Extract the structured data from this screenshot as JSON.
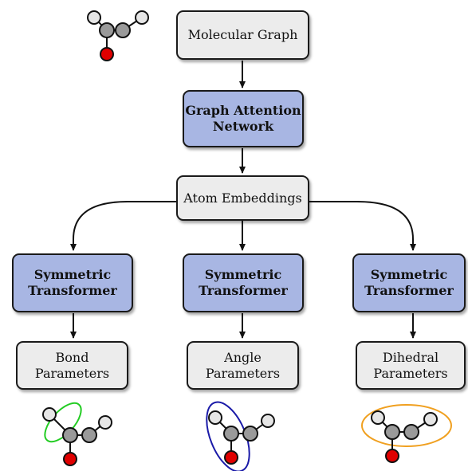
{
  "nodes": {
    "molecular_graph": "Molecular Graph",
    "graph_attention_network": "Graph Attention\nNetwork",
    "atom_embeddings": "Atom Embeddings",
    "symmetric_transformer_bond": "Symmetric\nTransformer",
    "symmetric_transformer_angle": "Symmetric\nTransformer",
    "symmetric_transformer_dihedral": "Symmetric\nTransformer",
    "bond_parameters": "Bond\nParameters",
    "angle_parameters": "Angle\nParameters",
    "dihedral_parameters": "Dihedral\nParameters"
  },
  "colors": {
    "plain_box": "#ececec",
    "model_box": "#a8b6e3",
    "atom_carbon": "#9a9a9a",
    "atom_hydrogen": "#e6e6e6",
    "atom_oxygen": "#e00000",
    "bond_highlight": "#22cc22",
    "angle_highlight": "#1a1aa8",
    "dihedral_highlight": "#f0a020"
  },
  "icons": [
    "molecule-icon",
    "bond-highlight-icon",
    "angle-highlight-icon",
    "dihedral-highlight-icon"
  ]
}
